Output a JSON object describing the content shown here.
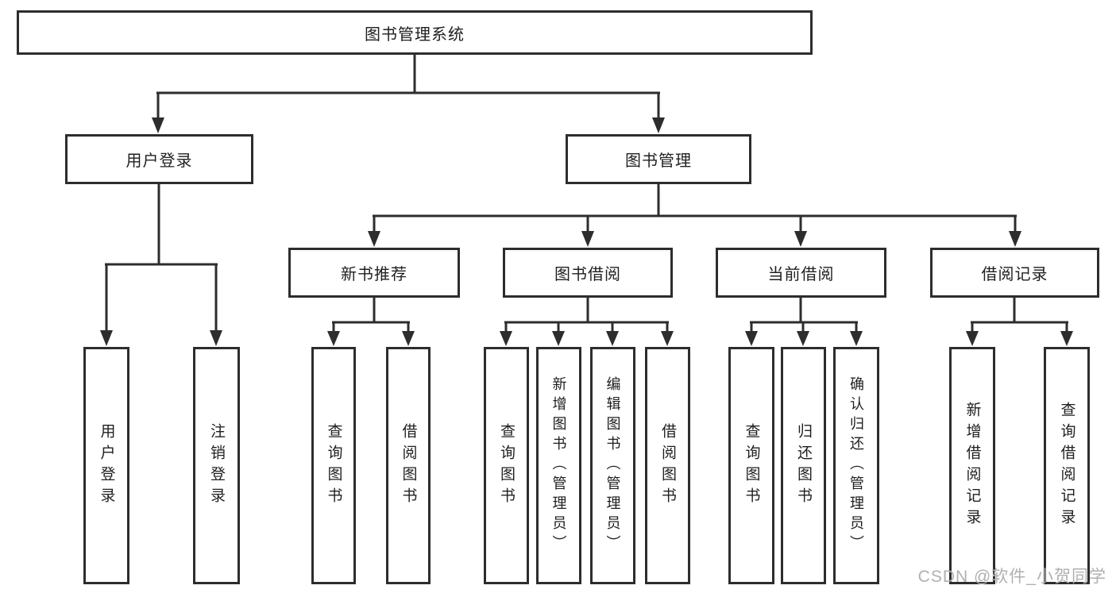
{
  "tree": {
    "root": {
      "label": "图书管理系统"
    },
    "login": {
      "label": "用户登录",
      "children": [
        {
          "label": "用户登录"
        },
        {
          "label": "注销登录"
        }
      ]
    },
    "manage": {
      "label": "图书管理",
      "groups": [
        {
          "label": "新书推荐",
          "children": [
            {
              "label": "查询图书"
            },
            {
              "label": "借阅图书"
            }
          ]
        },
        {
          "label": "图书借阅",
          "children": [
            {
              "label": "查询图书"
            },
            {
              "label": "新增图书（管理员）"
            },
            {
              "label": "编辑图书（管理员）"
            },
            {
              "label": "借阅图书"
            }
          ]
        },
        {
          "label": "当前借阅",
          "children": [
            {
              "label": "查询图书"
            },
            {
              "label": "归还图书"
            },
            {
              "label": "确认归还（管理员）"
            }
          ]
        },
        {
          "label": "借阅记录",
          "children": [
            {
              "label": "新增借阅记录"
            },
            {
              "label": "查询借阅记录"
            }
          ]
        }
      ]
    }
  },
  "watermark": {
    "label": "CSDN @软件_小贺同学"
  },
  "colors": {
    "line": "#2d2d2d",
    "border": "#2d2d2d",
    "text": "#1f1f1f",
    "watermark": "#b0b0b0",
    "background": "#ffffff"
  }
}
